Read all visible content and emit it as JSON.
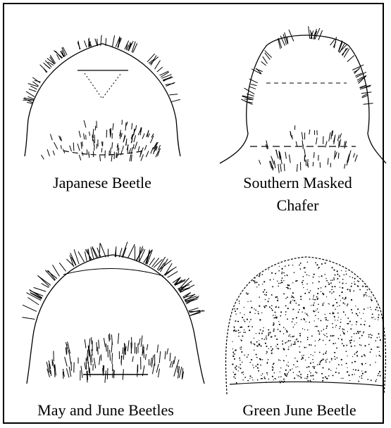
{
  "panels": [
    {
      "id": "japanese",
      "caption": "Japanese Beetle"
    },
    {
      "id": "southern",
      "caption_line1": "Southern Masked",
      "caption_line2": "Chafer"
    },
    {
      "id": "mayjune",
      "caption": "May and June Beetles"
    },
    {
      "id": "greenjune",
      "caption": "Green June Beetle"
    }
  ],
  "colors": {
    "ink": "#000000",
    "paper": "#ffffff"
  }
}
